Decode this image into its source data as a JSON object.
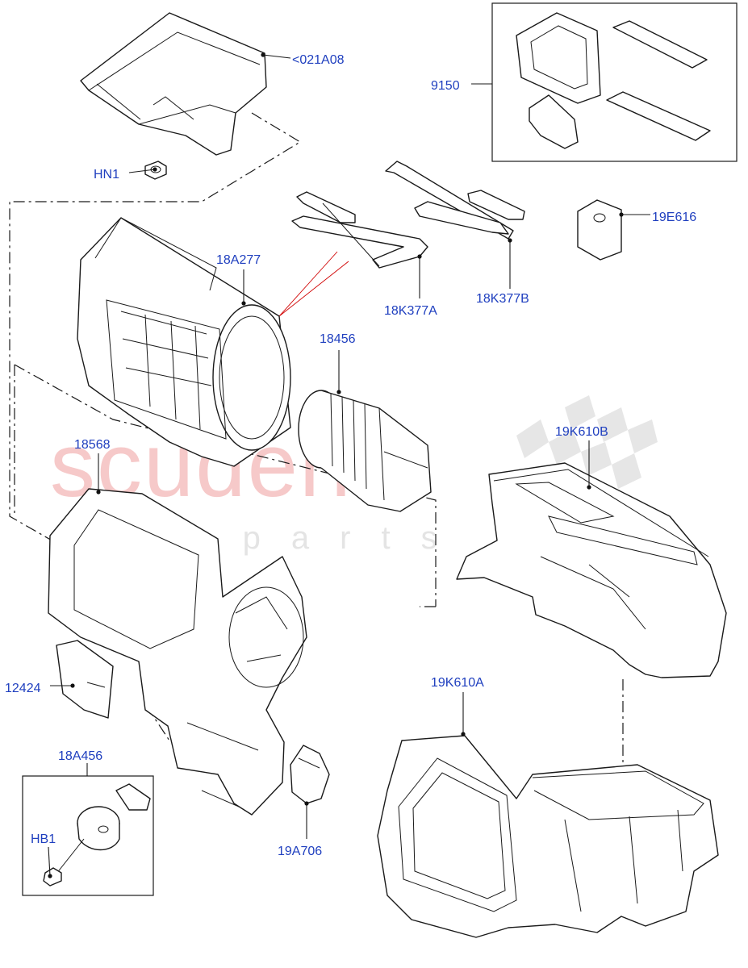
{
  "watermark": {
    "main": "scuderia",
    "sub": "car parts"
  },
  "colors": {
    "label": "#1f3fbf",
    "line": "#1a1a1a",
    "watermark_main": "#f6c9c9",
    "watermark_sub": "#e4e4e4",
    "callout": "#d00000"
  },
  "parts": [
    {
      "id": "021A08",
      "label": "<021A08"
    },
    {
      "id": "9150",
      "label": "9150"
    },
    {
      "id": "HN1",
      "label": "HN1"
    },
    {
      "id": "18A277",
      "label": "18A277"
    },
    {
      "id": "18K377A",
      "label": "18K377A"
    },
    {
      "id": "18K377B",
      "label": "18K377B"
    },
    {
      "id": "19E616",
      "label": "19E616"
    },
    {
      "id": "18456",
      "label": "18456"
    },
    {
      "id": "18568",
      "label": "18568"
    },
    {
      "id": "19K610B",
      "label": "19K610B"
    },
    {
      "id": "12424",
      "label": "12424"
    },
    {
      "id": "19K610A",
      "label": "19K610A"
    },
    {
      "id": "18A456",
      "label": "18A456"
    },
    {
      "id": "HB1",
      "label": "HB1"
    },
    {
      "id": "19A706",
      "label": "19A706"
    }
  ]
}
